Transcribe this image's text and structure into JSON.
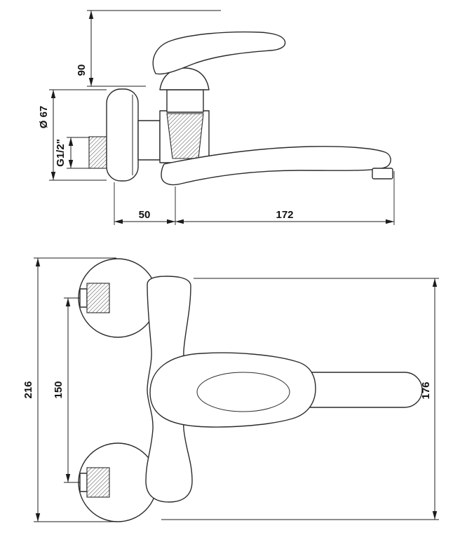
{
  "colors": {
    "background": "#ffffff",
    "line": "#2b2b2b",
    "dimension_text": "#111111"
  },
  "side_view": {
    "dimensions": {
      "handle_height": "90",
      "plate_diameter": "Ø 67",
      "connection_thread": "G1/2\"",
      "wall_to_spout_bend": "50",
      "spout_reach": "172"
    }
  },
  "front_view": {
    "dimensions": {
      "overall_height": "216",
      "connection_spacing": "150",
      "fixture_height": "176"
    }
  }
}
